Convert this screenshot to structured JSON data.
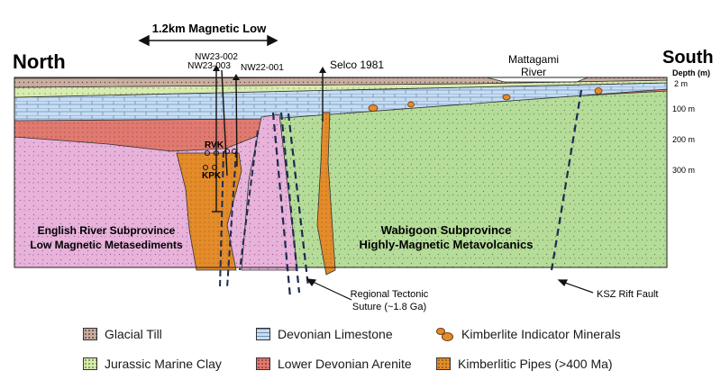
{
  "titles": {
    "north": "North",
    "south": "South",
    "depth_header": "Depth (m)",
    "magnetic_low": "1.2km Magnetic Low"
  },
  "depth_ticks": [
    "2 m",
    "100 m",
    "200 m",
    "300 m"
  ],
  "labels": {
    "mattagami": [
      "Mattagami",
      "River"
    ],
    "drill_nw23_002": "NW23-002",
    "drill_nw23_003": "NW23-003",
    "drill_nw22_001": "NW22-001",
    "selco": "Selco 1981",
    "rvk": "RVK",
    "kpk": "KPK",
    "english_river": [
      "English River Subprovince",
      "Low Magnetic Metasediments"
    ],
    "wabigoon": [
      "Wabigoon Subprovince",
      "Highly-Magnetic Metavolcanics"
    ],
    "suture": [
      "Regional Tectonic",
      "Suture (~1.8 Ga)"
    ],
    "ksz": "KSZ Rift Fault"
  },
  "legend": {
    "glacial_till": "Glacial Till",
    "devonian_limestone": "Devonian Limestone",
    "kimberlite_minerals": "Kimberlite Indicator Minerals",
    "jurassic_clay": "Jurassic Marine Clay",
    "lower_devonian_arenite": "Lower Devonian Arenite",
    "kimberlitic_pipes": "Kimberlitic Pipes (>400 Ma)"
  },
  "colors": {
    "glacial_till": "#c9ad9f",
    "jurassic_clay": "#d8ebb0",
    "devonian_limestone": "#c6ddf3",
    "lower_devonian_arenite": "#e07a70",
    "kimberlite": "#e48b2a",
    "english_river": "#e7b3da",
    "wabigoon": "#b6dc9a"
  }
}
